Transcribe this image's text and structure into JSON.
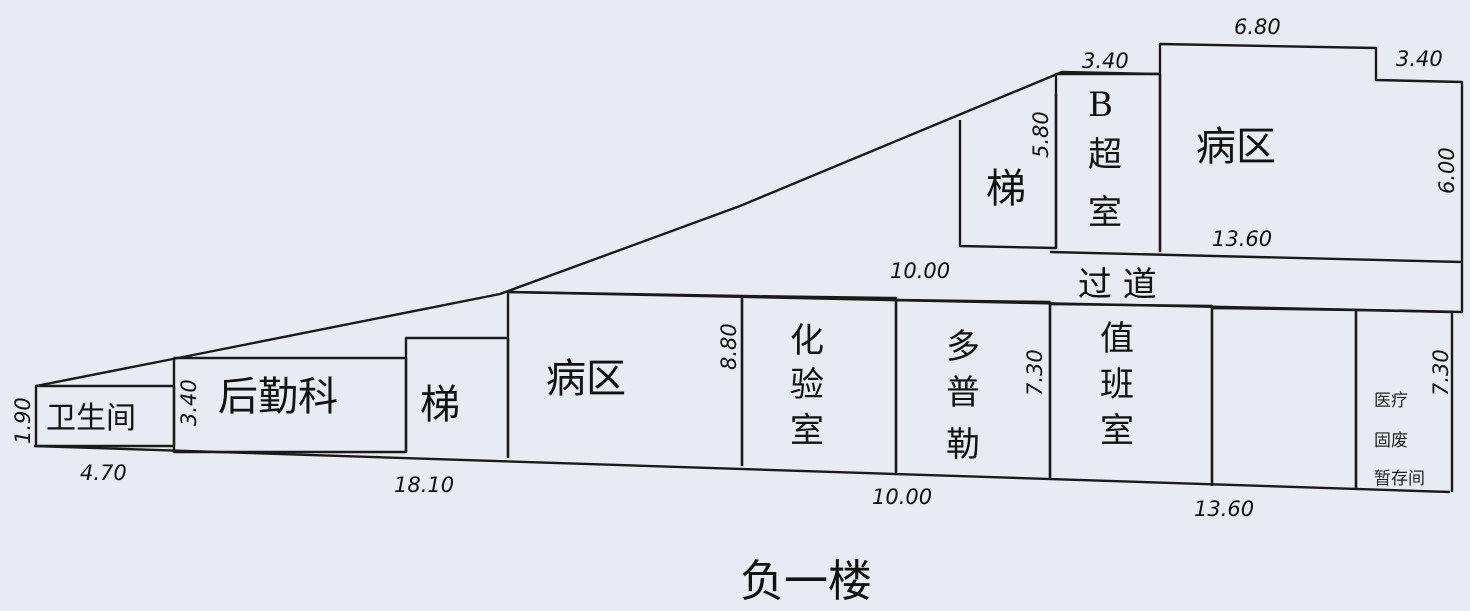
{
  "title": "负一楼",
  "rooms": {
    "toilet": "卫生间",
    "logistics": "后勤科",
    "stair_left": "梯",
    "ward_left": "病区",
    "lab": [
      "化",
      "验",
      "室"
    ],
    "doppler": [
      "多",
      "普",
      "勒"
    ],
    "duty": [
      "值",
      "班",
      "室"
    ],
    "stair_upper": "梯",
    "bultra": [
      "B",
      "超",
      "室"
    ],
    "ward_upper": "病区",
    "corridor": "过  道",
    "waste": [
      "医疗",
      "固废",
      "暂存间"
    ]
  },
  "dimensions": {
    "d_4_70": "4.70",
    "d_1_90": "1.90",
    "d_3_40_left": "3.40",
    "d_18_10": "18.10",
    "d_8_80": "8.80",
    "d_10_00_bottom": "10.00",
    "d_7_30_mid": "7.30",
    "d_13_60_bottom": "13.60",
    "d_7_30_right": "7.30",
    "d_10_00_corridor": "10.00",
    "d_13_60_upper": "13.60",
    "d_5_80": "5.80",
    "d_3_40_top": "3.40",
    "d_6_80": "6.80",
    "d_3_40_right": "3.40",
    "d_6_00": "6.00"
  }
}
